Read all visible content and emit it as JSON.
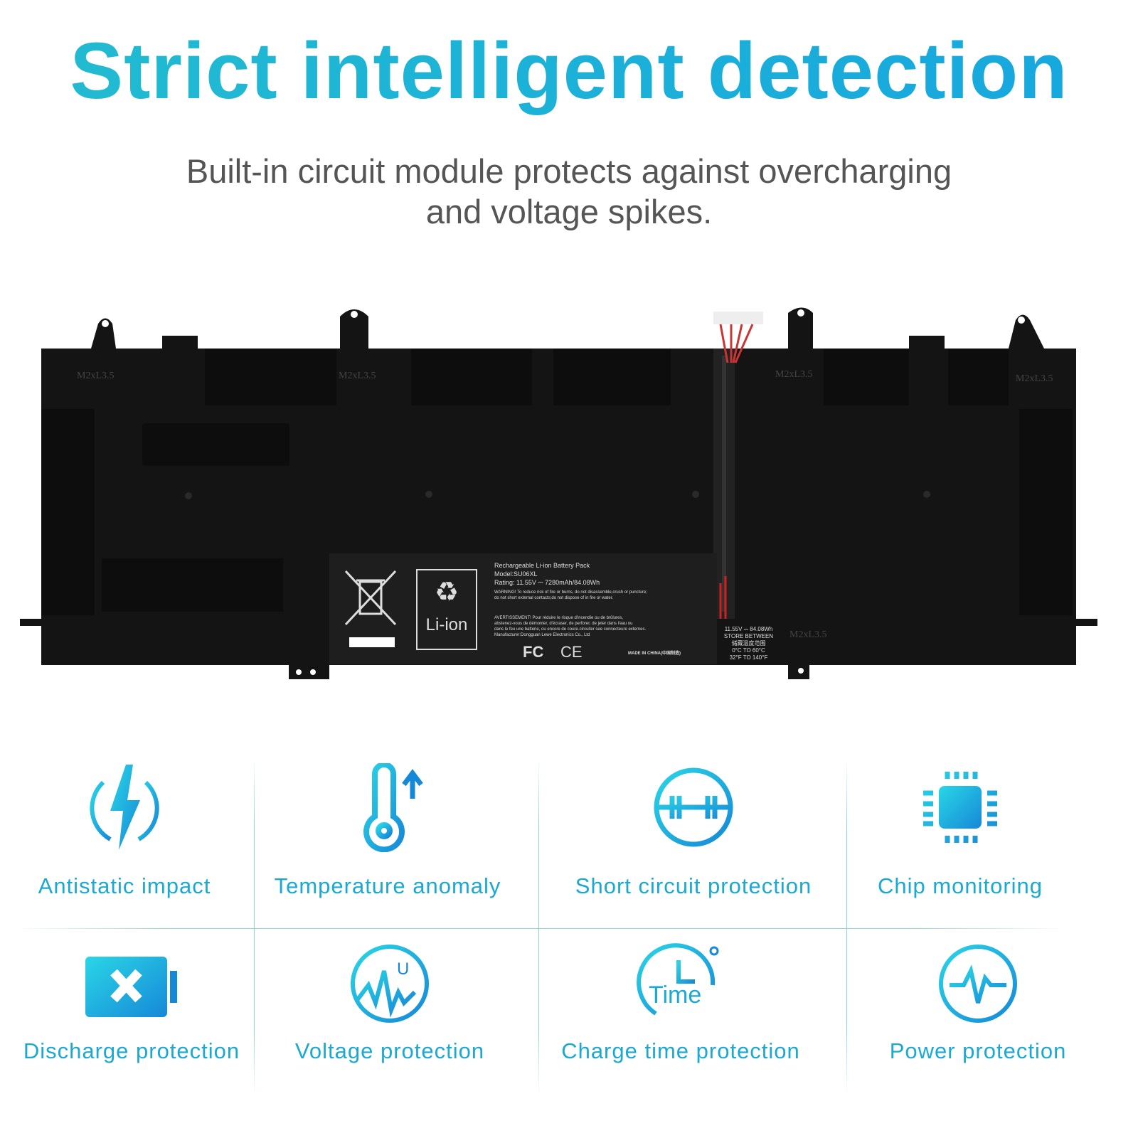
{
  "header": {
    "title": "Strict intelligent detection",
    "subtitle_line1": "Built-in circuit module protects against overcharging",
    "subtitle_line2": "and voltage spikes."
  },
  "battery_label": {
    "line1": "Rechargeable Li-ion Battery Pack",
    "model": "Model:SU06XL",
    "rating": "Rating: 11.55V ⎓ 7280mAh/84.08Wh",
    "warning": "WARNING! To reduce risk of fire or burns, do not disassemble,crush or puncture;",
    "warning2": "do not short external contacts;do not dispose of in fire or water.",
    "avert": "AVERTISSEMENT! Pour réduire le risque d'incendie ou de brûlures,",
    "avert2": "abstenez-vous de démonter, d'écraser, de perforer, de jeter dans l'eau ou",
    "avert3": "dans le feu une batterie, ou encore de coure-circuiter see connecteure externes.",
    "manufacturer": "Manufacturer:Dongguan Lewe Electronics Co., Ltd",
    "made_in": "MADE IN CHINA(中国制造)",
    "li_ion": "Li-ion",
    "fc": "FC",
    "ce": "CE",
    "store": [
      "11.55V ⎓ 84.08Wh",
      "STORE BETWEEN",
      "储藏温度范围",
      "0°C TO 60°C",
      "32°F TO 140°F"
    ],
    "screw_marks": [
      "M2xL3.5",
      "M2xL3.5",
      "M2xL3.5",
      "M2xL3.5",
      "M2xL3.5"
    ]
  },
  "features": [
    {
      "label": "Antistatic impact",
      "icon": "lightning-icon"
    },
    {
      "label": "Temperature anomaly",
      "icon": "thermometer-icon"
    },
    {
      "label": "Short circuit protection",
      "icon": "short-circuit-icon"
    },
    {
      "label": "Chip monitoring",
      "icon": "chip-icon"
    },
    {
      "label": "Discharge protection",
      "icon": "battery-x-icon"
    },
    {
      "label": "Voltage protection",
      "icon": "voltage-icon"
    },
    {
      "label": "Charge time protection",
      "icon": "clock-icon",
      "icon_text": "Time"
    },
    {
      "label": "Power protection",
      "icon": "heartbeat-icon"
    }
  ],
  "colors": {
    "accent": "#1aa9d3",
    "battery": "#151515"
  }
}
